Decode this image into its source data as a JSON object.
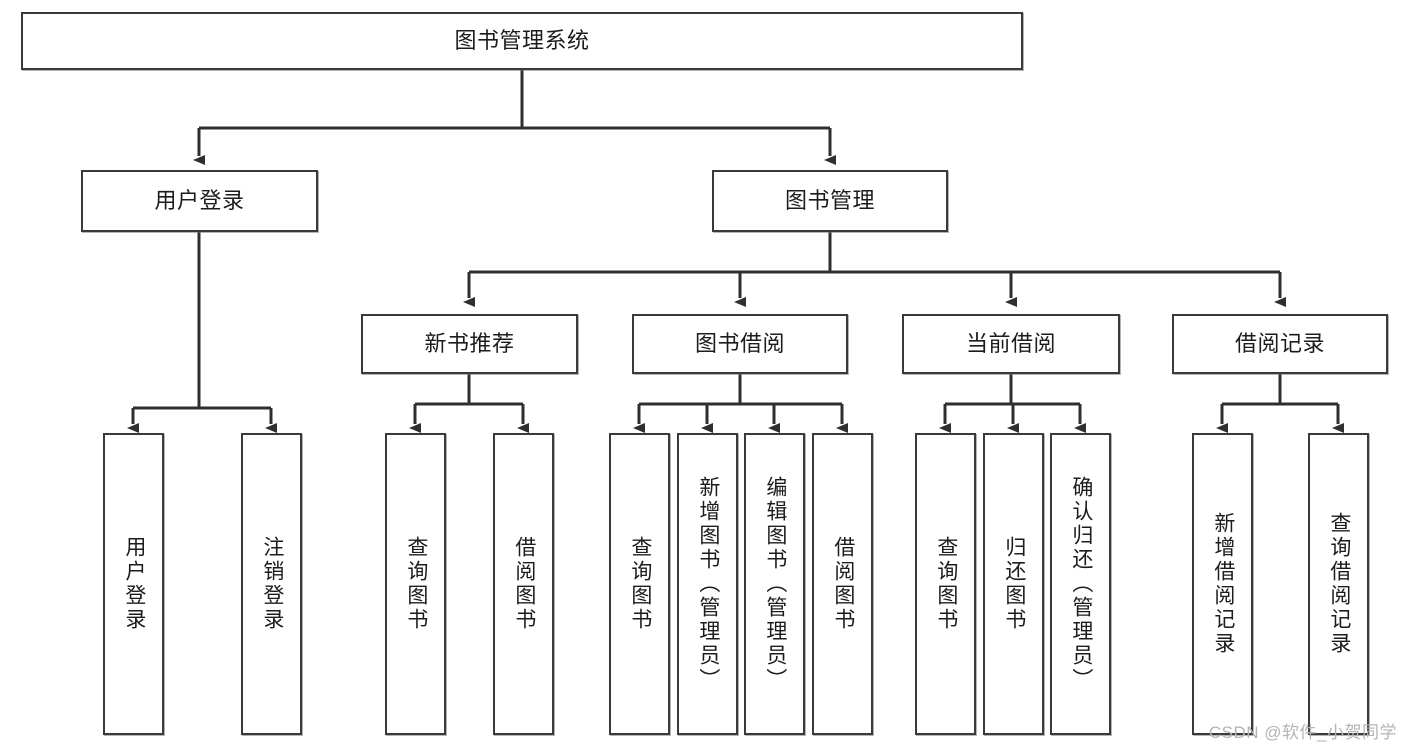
{
  "diagram": {
    "title": "图书管理系统",
    "type": "tree-hierarchy-chart",
    "colors": {
      "box_border": "#3a3a3a",
      "box_fill": "#ffffff",
      "connector": "#2f2f2f",
      "text": "#1c1c1c",
      "watermark": "#b4b4b4"
    },
    "nodes": {
      "root": {
        "label": "图书管理系统",
        "level": 1
      },
      "user_login": {
        "label": "用户登录",
        "level": 2
      },
      "book_manage": {
        "label": "图书管理",
        "level": 2
      },
      "new_book_rec": {
        "label": "新书推荐",
        "level": 3
      },
      "book_borrow": {
        "label": "图书借阅",
        "level": 3
      },
      "current_borrow": {
        "label": "当前借阅",
        "level": 3
      },
      "borrow_record": {
        "label": "借阅记录",
        "level": 3
      },
      "leaf_user_login": {
        "label": "用户登录",
        "level": 4
      },
      "leaf_logout_login": {
        "label": "注销登录",
        "level": 4
      },
      "leaf_query_book_1": {
        "label": "查询图书",
        "level": 4
      },
      "leaf_borrow_book_1": {
        "label": "借阅图书",
        "level": 4
      },
      "leaf_query_book_2": {
        "label": "查询图书",
        "level": 4
      },
      "leaf_add_book": {
        "label": "新增图书（管理员）",
        "level": 4
      },
      "leaf_edit_book": {
        "label": "编辑图书（管理员）",
        "level": 4
      },
      "leaf_borrow_book_2": {
        "label": "借阅图书",
        "level": 4
      },
      "leaf_query_book_3": {
        "label": "查询图书",
        "level": 4
      },
      "leaf_return_book": {
        "label": "归还图书",
        "level": 4
      },
      "leaf_confirm_return": {
        "label": "确认归还（管理员）",
        "level": 4
      },
      "leaf_add_record": {
        "label": "新增借阅记录",
        "level": 4
      },
      "leaf_query_record": {
        "label": "查询借阅记录",
        "level": 4
      }
    },
    "edges": [
      {
        "from": "root",
        "to": "user_login"
      },
      {
        "from": "root",
        "to": "book_manage"
      },
      {
        "from": "user_login",
        "to": "leaf_user_login"
      },
      {
        "from": "user_login",
        "to": "leaf_logout_login"
      },
      {
        "from": "book_manage",
        "to": "new_book_rec"
      },
      {
        "from": "book_manage",
        "to": "book_borrow"
      },
      {
        "from": "book_manage",
        "to": "current_borrow"
      },
      {
        "from": "book_manage",
        "to": "borrow_record"
      },
      {
        "from": "new_book_rec",
        "to": "leaf_query_book_1"
      },
      {
        "from": "new_book_rec",
        "to": "leaf_borrow_book_1"
      },
      {
        "from": "book_borrow",
        "to": "leaf_query_book_2"
      },
      {
        "from": "book_borrow",
        "to": "leaf_add_book"
      },
      {
        "from": "book_borrow",
        "to": "leaf_edit_book"
      },
      {
        "from": "book_borrow",
        "to": "leaf_borrow_book_2"
      },
      {
        "from": "current_borrow",
        "to": "leaf_query_book_3"
      },
      {
        "from": "current_borrow",
        "to": "leaf_return_book"
      },
      {
        "from": "current_borrow",
        "to": "leaf_confirm_return"
      },
      {
        "from": "borrow_record",
        "to": "leaf_add_record"
      },
      {
        "from": "borrow_record",
        "to": "leaf_query_record"
      }
    ]
  },
  "watermark": {
    "text": "CSDN @软件_小贺同学"
  }
}
